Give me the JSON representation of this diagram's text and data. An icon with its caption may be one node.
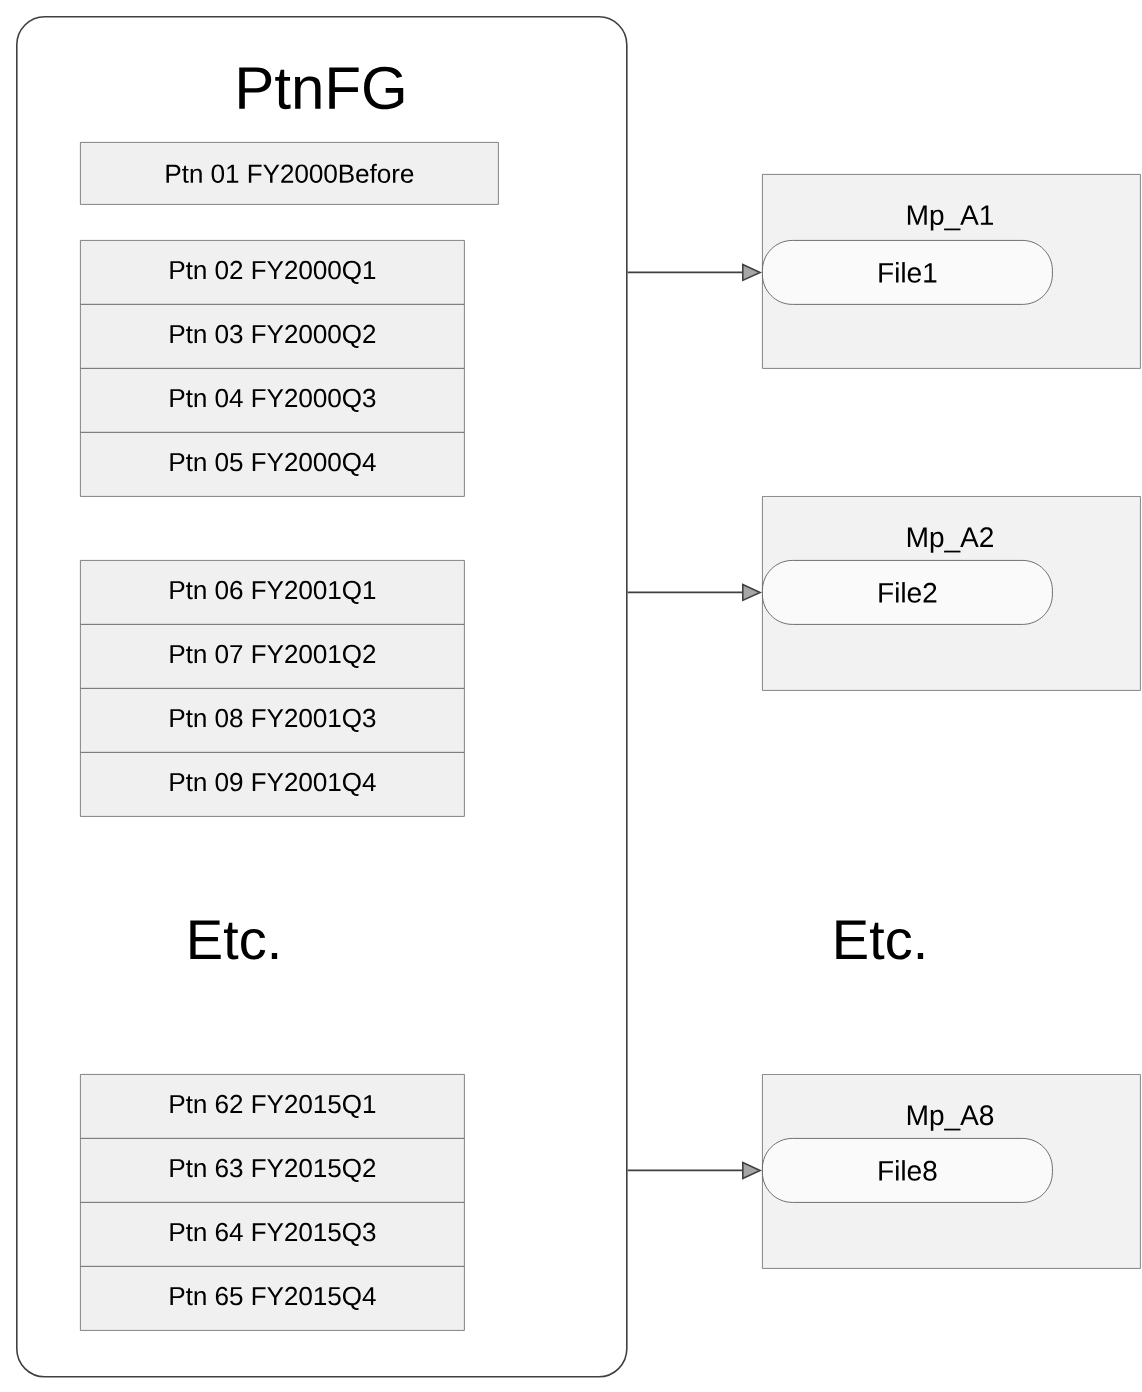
{
  "diagram": {
    "nodes": [
      {
        "text": [
          "PtnFG"
        ]
      },
      {
        "text": [
          "Ptn 01 FY2000Before"
        ],
        "in": 0
      },
      {
        "text": [
          "Ptn 02 FY2000Q1"
        ],
        "in": 0
      },
      {
        "text": [
          "Ptn 03 FY2000Q2"
        ],
        "in": 0
      },
      {
        "text": [
          "Ptn 04 FY2000Q3"
        ],
        "in": 0
      },
      {
        "text": [
          "Ptn 05 FY2000Q4"
        ],
        "in": 0
      },
      {
        "text": [
          "Ptn 06 FY2001Q1"
        ],
        "in": 0
      },
      {
        "text": [
          "Ptn 07 FY2001Q2"
        ],
        "in": 0
      },
      {
        "text": [
          "Ptn 08 FY2001Q3"
        ],
        "in": 0
      },
      {
        "text": [
          "Ptn 09 FY2001Q4"
        ],
        "in": 0
      },
      {
        "text": [
          "Ptn 62 FY2015Q1"
        ],
        "in": 0
      },
      {
        "text": [
          "Ptn 63 FY2015Q2"
        ],
        "in": 0
      },
      {
        "text": [
          "Ptn 64 FY2015Q3"
        ],
        "in": 0
      },
      {
        "text": [
          "Ptn 65 FY2015Q4"
        ],
        "in": 0
      },
      {
        "text": [
          "Mp_A1"
        ]
      },
      {
        "text": [
          "File1"
        ],
        "in": 14
      },
      {
        "text": [
          "Mp_A2"
        ]
      },
      {
        "text": [
          "File2"
        ],
        "in": 16
      },
      {
        "text": [
          "Mp_A8"
        ]
      },
      {
        "text": [
          "File8"
        ],
        "in": 18
      }
    ],
    "edges": [
      {
        "from": 0,
        "to": 15,
        "arrow": "to"
      },
      {
        "from": 0,
        "to": 17,
        "arrow": "to"
      },
      {
        "from": 0,
        "to": 19,
        "arrow": "to"
      }
    ],
    "labels": [
      "Etc.",
      "Etc."
    ]
  }
}
